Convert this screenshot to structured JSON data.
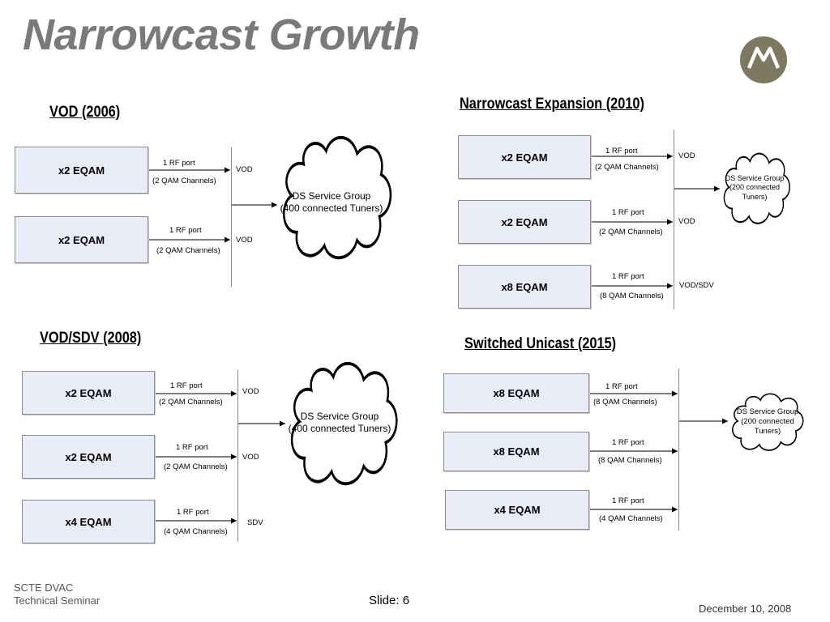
{
  "title": "Narrowcast Growth",
  "colors": {
    "title": "#7a7a7a",
    "box_fill": "#e9ebf7",
    "logo": "#7d7960"
  },
  "logo_icon": "motorola-logo",
  "panels": {
    "vod2006": {
      "heading": "VOD (2006)",
      "rows": [
        {
          "box": "x2 EQAM",
          "port": "1 RF port",
          "channels": "(2 QAM Channels)",
          "service": "VOD"
        },
        {
          "box": "x2 EQAM",
          "port": "1 RF port",
          "channels": "(2 QAM Channels)",
          "service": "VOD"
        }
      ],
      "cloud": [
        "DS Service Group",
        "(400 connected Tuners)"
      ]
    },
    "expansion2010": {
      "heading": "Narrowcast Expansion (2010)",
      "rows": [
        {
          "box": "x2 EQAM",
          "port": "1 RF port",
          "channels": "(2 QAM Channels)",
          "service": "VOD"
        },
        {
          "box": "x2 EQAM",
          "port": "1 RF port",
          "channels": "(2 QAM Channels)",
          "service": "VOD"
        },
        {
          "box": "x8 EQAM",
          "port": "1 RF port",
          "channels": "(8 QAM Channels)",
          "service": "VOD/SDV"
        }
      ],
      "cloud": [
        "DS Service Group",
        "(200 connected",
        "Tuners)"
      ]
    },
    "sdv2008": {
      "heading": "VOD/SDV (2008)",
      "rows": [
        {
          "box": "x2 EQAM",
          "port": "1 RF port",
          "channels": "(2 QAM Channels)",
          "service": "VOD"
        },
        {
          "box": "x2 EQAM",
          "port": "1 RF port",
          "channels": "(2 QAM Channels)",
          "service": "VOD"
        },
        {
          "box": "x4 EQAM",
          "port": "1 RF port",
          "channels": "(4 QAM Channels)",
          "service": "SDV"
        }
      ],
      "cloud": [
        "DS Service Group",
        "(400 connected Tuners)"
      ]
    },
    "unicast2015": {
      "heading": "Switched Unicast (2015)",
      "rows": [
        {
          "box": "x8 EQAM",
          "port": "1 RF port",
          "channels": "(8 QAM Channels)"
        },
        {
          "box": "x8 EQAM",
          "port": "1 RF port",
          "channels": "(8 QAM Channels)"
        },
        {
          "box": "x4 EQAM",
          "port": "1 RF port",
          "channels": "(4 QAM Channels)"
        }
      ],
      "cloud": [
        "DS Service Group",
        "(200 connected",
        "Tuners)"
      ]
    }
  },
  "footer": {
    "org_line1": "SCTE DVAC",
    "org_line2": "Technical Seminar",
    "slide": "Slide: 6",
    "date": "December 10, 2008"
  }
}
